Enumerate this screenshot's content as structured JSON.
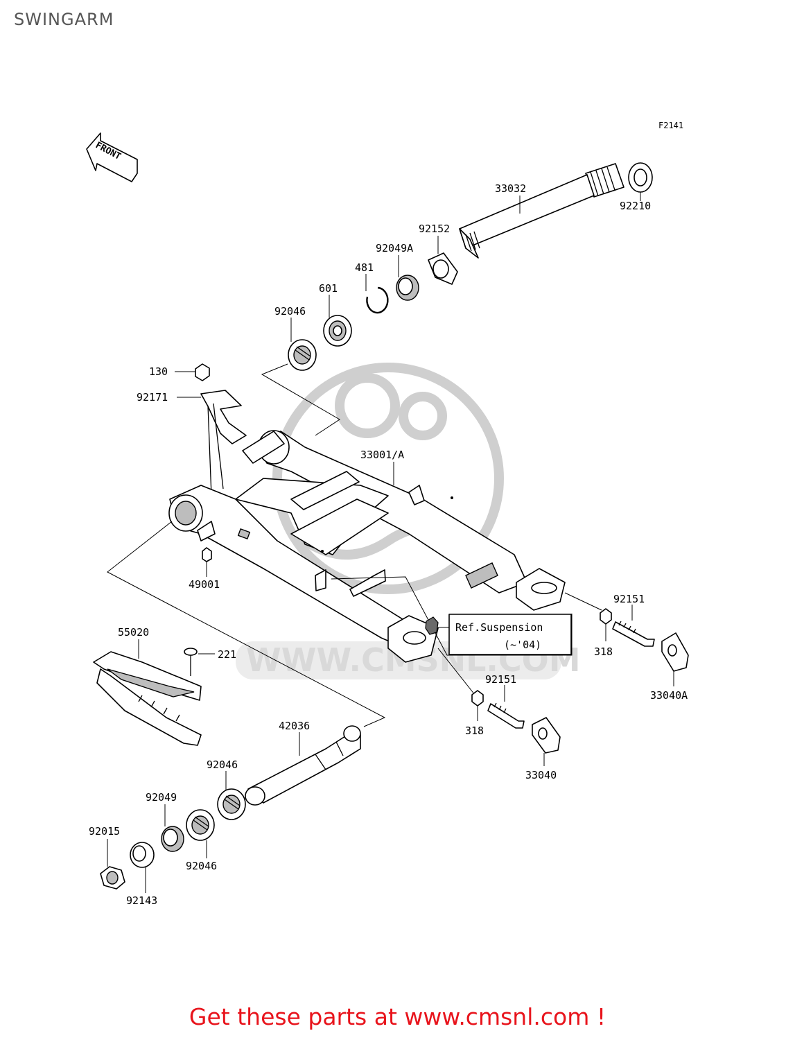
{
  "page": {
    "title": "SWINGARM",
    "footer_text": "Get these parts at www.cmsnl.com !",
    "footer_color": "#e8141c"
  },
  "diagram": {
    "code": "F2141",
    "front_arrow_label": "FRONT",
    "watermark_text": "WWW.CMSNL.COM",
    "ref_box": {
      "line1": "Ref.Suspension",
      "line2": "(~'04)"
    },
    "part_labels": [
      {
        "id": "33032",
        "text": "33032"
      },
      {
        "id": "92210",
        "text": "92210"
      },
      {
        "id": "92152",
        "text": "92152"
      },
      {
        "id": "92049A",
        "text": "92049A"
      },
      {
        "id": "481",
        "text": "481"
      },
      {
        "id": "601",
        "text": "601"
      },
      {
        "id": "92046-top",
        "text": "92046"
      },
      {
        "id": "130",
        "text": "130"
      },
      {
        "id": "92171",
        "text": "92171"
      },
      {
        "id": "33001A",
        "text": "33001/A"
      },
      {
        "id": "49001",
        "text": "49001"
      },
      {
        "id": "92151-right",
        "text": "92151"
      },
      {
        "id": "318-right",
        "text": "318"
      },
      {
        "id": "33040A",
        "text": "33040A"
      },
      {
        "id": "55020",
        "text": "55020"
      },
      {
        "id": "221",
        "text": "221"
      },
      {
        "id": "92151-left",
        "text": "92151"
      },
      {
        "id": "318-left",
        "text": "318"
      },
      {
        "id": "33040",
        "text": "33040"
      },
      {
        "id": "42036",
        "text": "42036"
      },
      {
        "id": "92046-mid",
        "text": "92046"
      },
      {
        "id": "92049",
        "text": "92049"
      },
      {
        "id": "92015",
        "text": "92015"
      },
      {
        "id": "92046-low",
        "text": "92046"
      },
      {
        "id": "92143",
        "text": "92143"
      }
    ]
  }
}
